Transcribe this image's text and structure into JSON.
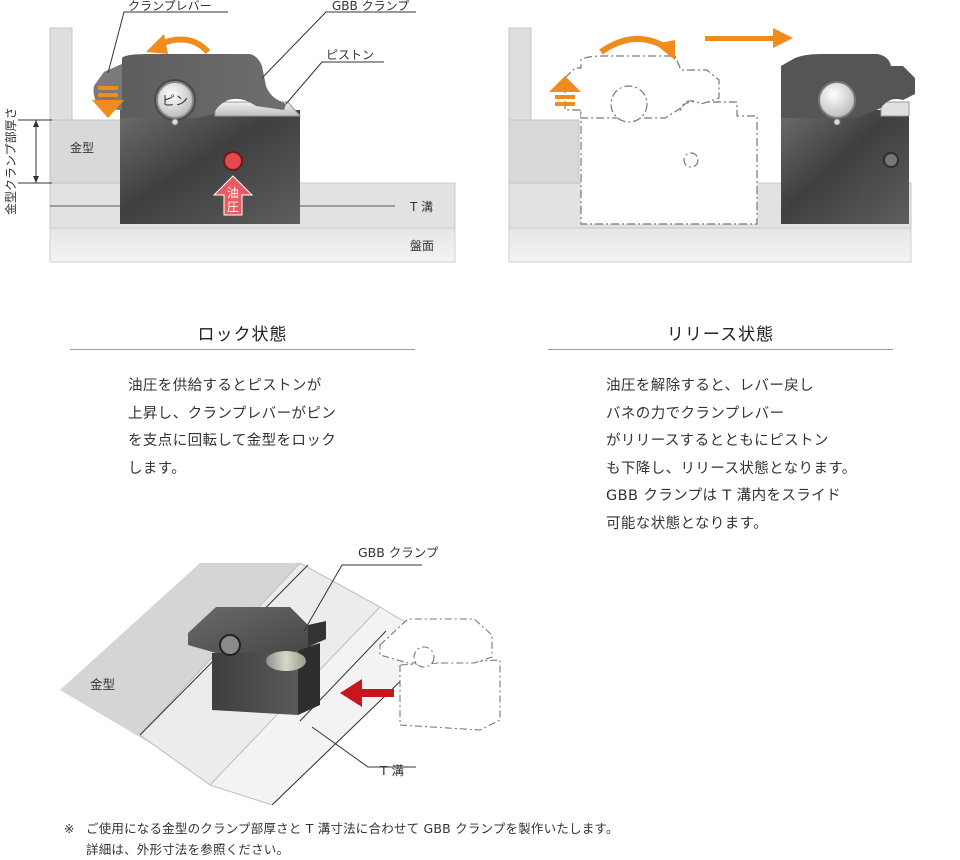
{
  "lock_diagram": {
    "label_clamp_lever": "クランプレバー",
    "label_gbb_clamp": "GBB クランプ",
    "label_piston": "ピストン",
    "label_pin": "ピン",
    "label_die": "金型",
    "label_oil_pressure": [
      "油",
      "圧"
    ],
    "label_t_slot": "T 溝",
    "label_bed": "盤面",
    "label_die_clamp_thickness": "金型クランプ部厚さ"
  },
  "lock_state": {
    "heading": "ロック状態",
    "description": [
      "油圧を供給するとピストンが",
      "上昇し、クランプレバーがピン",
      "を支点に回転して金型をロック",
      "します。"
    ]
  },
  "release_state": {
    "heading": "リリース状態",
    "description": [
      "油圧を解除すると、レバー戻し",
      "バネの力でクランプレバー",
      "がリリースするとともにピストン",
      "も下降し、リリース状態となります。",
      "GBB クランプは T 溝内をスライド",
      "可能な状態となります。"
    ]
  },
  "iso_diagram": {
    "label_gbb_clamp": "GBB クランプ",
    "label_die": "金型",
    "label_t_slot": "T 溝"
  },
  "note": {
    "mark": "※",
    "line1": "ご使用になる金型のクランプ部厚さと T 溝寸法に合わせて GBB クランプを製作いたします。",
    "line2": "詳細は、外形寸法を参照ください。"
  },
  "colors": {
    "arrow_orange": "#f08c1e",
    "oil_red": "#e5484f",
    "push_arrow_red": "#c7161e",
    "clamp_body": "#4a4a4a"
  }
}
